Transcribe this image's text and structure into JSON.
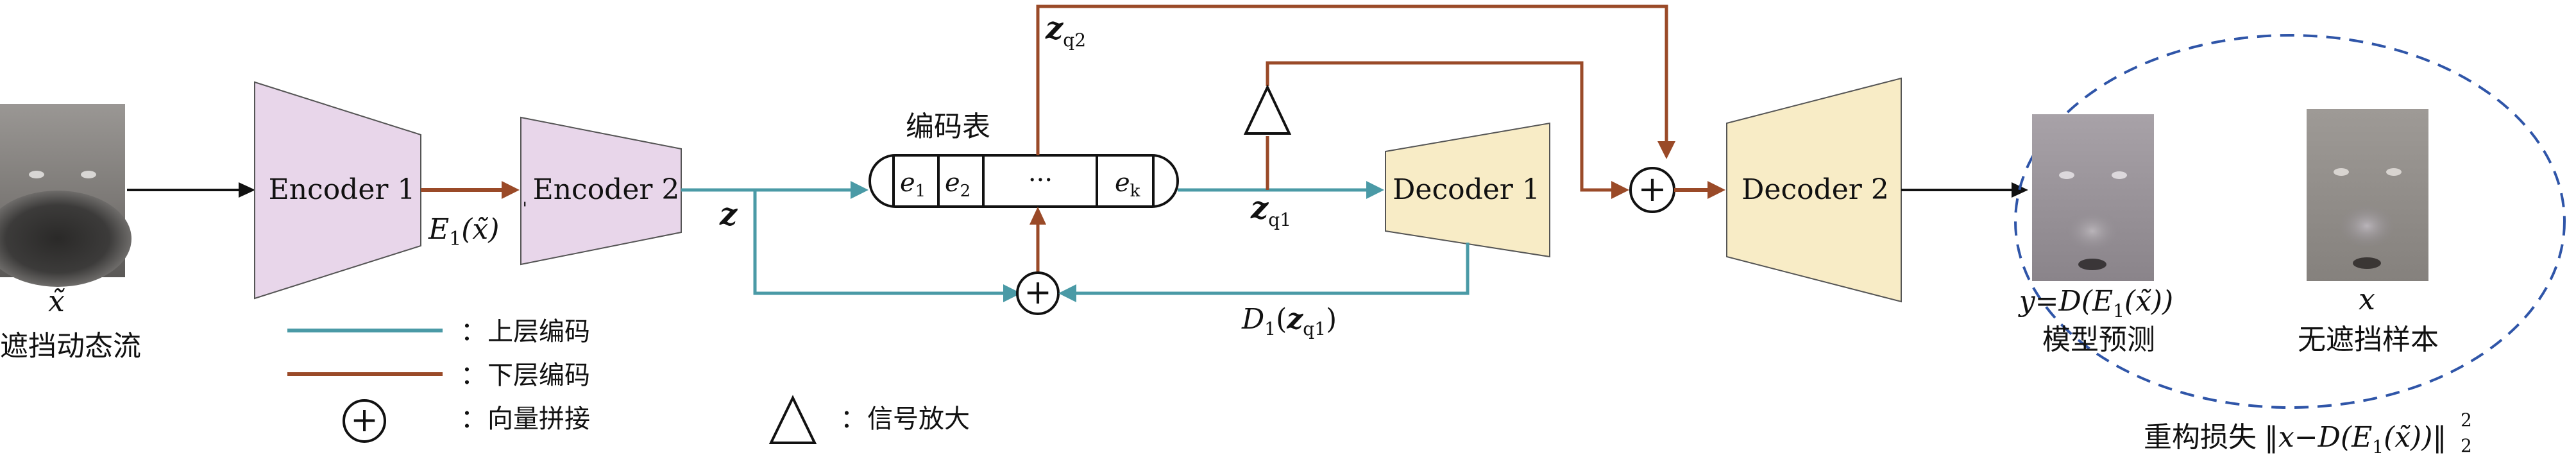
{
  "colors": {
    "upper": "#4a9aa6",
    "lower": "#9a4a28",
    "encoder_fill": "#e8d6ea",
    "decoder_fill": "#f8ecc6",
    "ellipse": "#2f55a8",
    "black": "#111111"
  },
  "input": {
    "symbol": "x̃",
    "caption": "遮挡动态流"
  },
  "encoder1": {
    "label": "Encoder 1"
  },
  "encoder2": {
    "label": "Encoder 2",
    "tick": "ˌ"
  },
  "e1_output": {
    "prefix": "E",
    "sub": "1",
    "arg": "(x̃)"
  },
  "z_label": "z",
  "codebook": {
    "title": "编码表",
    "cells": [
      {
        "base": "e",
        "sub": "1"
      },
      {
        "base": "e",
        "sub": "2"
      },
      {
        "base": "···",
        "sub": ""
      },
      {
        "base": "e",
        "sub": "k"
      }
    ]
  },
  "zq1": {
    "base": "z",
    "sub": "q1"
  },
  "zq2": {
    "base": "z",
    "sub": "q2"
  },
  "decoder1": {
    "label": "Decoder 1"
  },
  "decoder2": {
    "label": "Decoder 2"
  },
  "d1_output": {
    "prefix": "D",
    "sub": "1",
    "arg_open": "(",
    "arg_base": "z",
    "arg_sub": "q1",
    "arg_close": ")"
  },
  "plus_symbol": "+",
  "prediction": {
    "formula_y": "y",
    "formula_eq": "=D(E",
    "formula_sub": "1",
    "formula_rest": "(x̃))",
    "caption": "模型预测"
  },
  "sample": {
    "symbol": "x",
    "caption": "无遮挡样本"
  },
  "legend": {
    "upper": {
      "colon": "：",
      "text": "上层编码"
    },
    "lower": {
      "colon": "：",
      "text": "下层编码"
    },
    "concat": {
      "colon": "：",
      "text": "向量拼接"
    },
    "amplify": {
      "colon": "：",
      "text": "信号放大"
    }
  },
  "loss": {
    "caption": "重构损失",
    "norm_open": "‖x−D(E",
    "sub": "1",
    "rest": "(x̃))‖",
    "norm_sub": "2",
    "norm_sup": "2"
  }
}
